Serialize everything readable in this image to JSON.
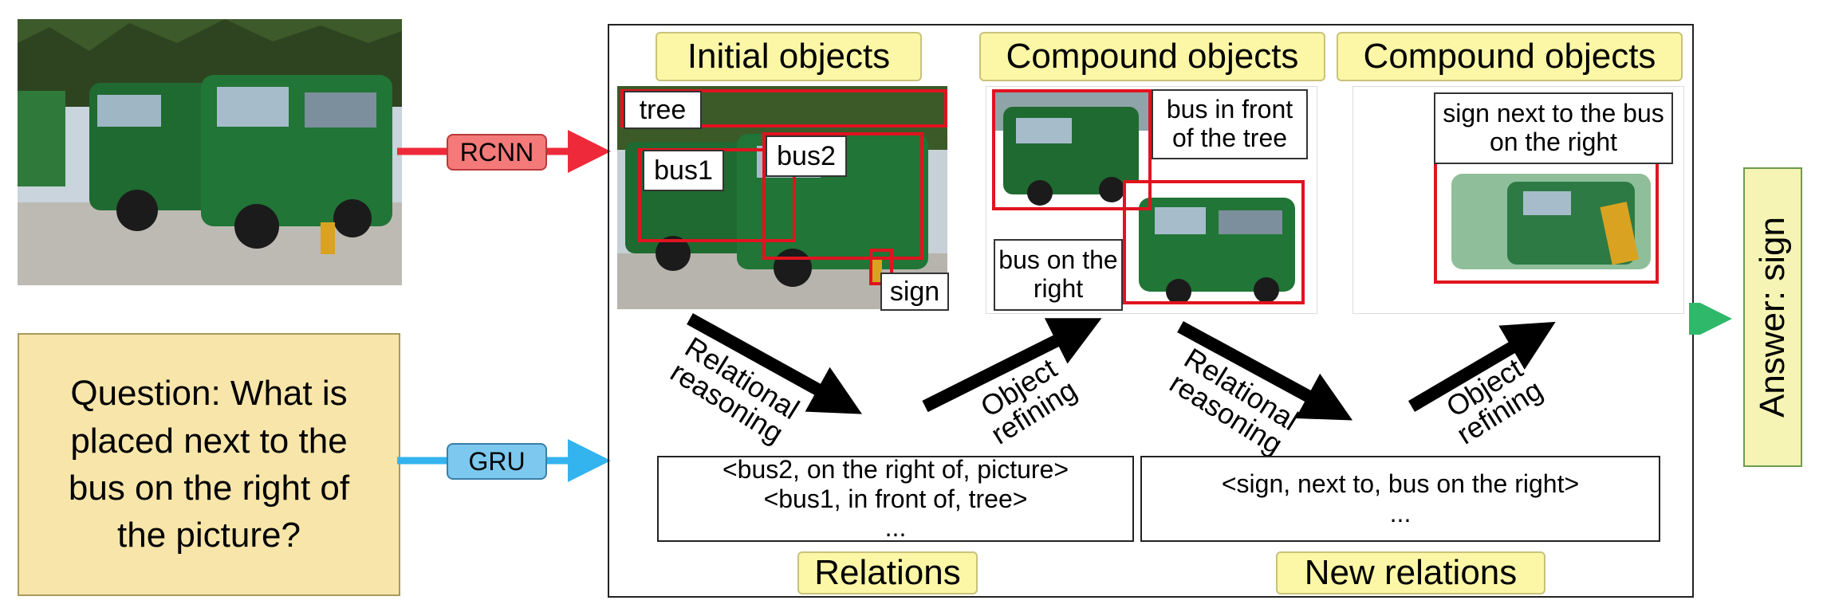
{
  "input": {
    "question": "Question: What is placed next to the bus on the right of the picture?"
  },
  "modules": {
    "rcnn": "RCNN",
    "gru": "GRU"
  },
  "stages": {
    "initial_objects_title": "Initial objects",
    "compound_objects_title_1": "Compound objects",
    "compound_objects_title_2": "Compound objects",
    "relations_title": "Relations",
    "new_relations_title": "New relations"
  },
  "detections": {
    "tree": "tree",
    "bus1": "bus1",
    "bus2": "bus2",
    "sign": "sign"
  },
  "compound_labels": {
    "bus_front_tree": "bus in front of the tree",
    "bus_right": "bus on the right",
    "sign_next_bus": "sign next to the bus on the right"
  },
  "operations": {
    "relational_reasoning_1": "Relational reasoning",
    "object_refining_1": "Object refining",
    "relational_reasoning_2": "Relational reasoning",
    "object_refining_2": "Object refining"
  },
  "relations": {
    "line1": "<bus2, on the right of, picture>",
    "line2": "<bus1, in front of, tree>",
    "line3": "..."
  },
  "new_relations": {
    "line1": "<sign, next to, bus on the right>",
    "line2": "..."
  },
  "output": {
    "answer": "Answer: sign"
  },
  "colors": {
    "rcnn_fill": "#f47a7a",
    "rcnn_arrow": "#ee2a3a",
    "gru_fill": "#7cc8ee",
    "gru_arrow": "#33b4ee",
    "answer_arrow": "#2fb86a",
    "answer_fill": "#f6f4b4",
    "question_fill": "#f8e5aa",
    "title_fill": "#fbf7a6",
    "detection_red": "#e0141f"
  }
}
